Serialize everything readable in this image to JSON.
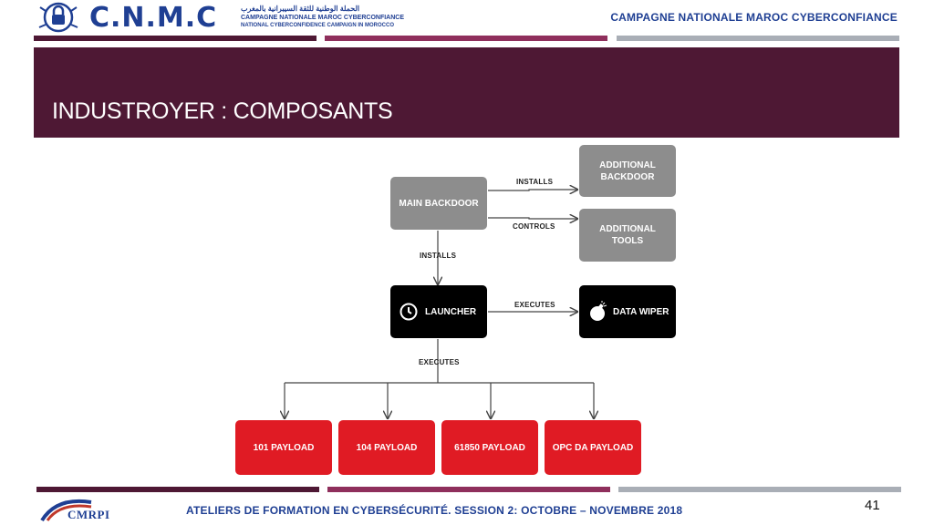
{
  "header": {
    "logo_text": "C.N.M.C",
    "logo_subtitle_ar": "الحملة الوطنية للثقة السيبرانية بالمغرب",
    "logo_subtitle_fr": "CAMPAGNE NATIONALE MAROC CYBERCONFIANCE",
    "logo_subtitle_en": "NATIONAL CYBERCONFIDENCE CAMPAIGN IN MOROCCO",
    "campaign_title": "CAMPAGNE NATIONALE MAROC CYBERCONFIANCE"
  },
  "slide": {
    "title": "INDUSTROYER : COMPOSANTS"
  },
  "diagram": {
    "nodes": {
      "main_backdoor": "MAIN BACKDOOR",
      "additional_backdoor": "ADDITIONAL\nBACKDOOR",
      "additional_tools": "ADDITIONAL\nTOOLS",
      "launcher": "LAUNCHER",
      "data_wiper": "DATA WIPER",
      "payload_101": "101 PAYLOAD",
      "payload_104": "104 PAYLOAD",
      "payload_61850": "61850 PAYLOAD",
      "payload_opc": "OPC DA PAYLOAD"
    },
    "edges": {
      "installs_backdoor": "INSTALLS",
      "controls_tools": "CONTROLS",
      "installs_launcher": "INSTALLS",
      "executes_wiper": "EXECUTES",
      "executes_payloads": "EXECUTES"
    },
    "colors": {
      "grey": "#8d8d8d",
      "black": "#000000",
      "red": "#e01b24"
    }
  },
  "footer": {
    "logo_text": "CMRPI",
    "text": "ATELIERS DE FORMATION EN CYBERSÉCURITÉ. SESSION 2: OCTOBRE – NOVEMBRE 2018",
    "page_number": "41"
  },
  "colors": {
    "brand_blue": "#1f3f93",
    "burgundy": "#4e1834",
    "magenta": "#8f2f5c",
    "grey_bar": "#a9aeb6"
  }
}
